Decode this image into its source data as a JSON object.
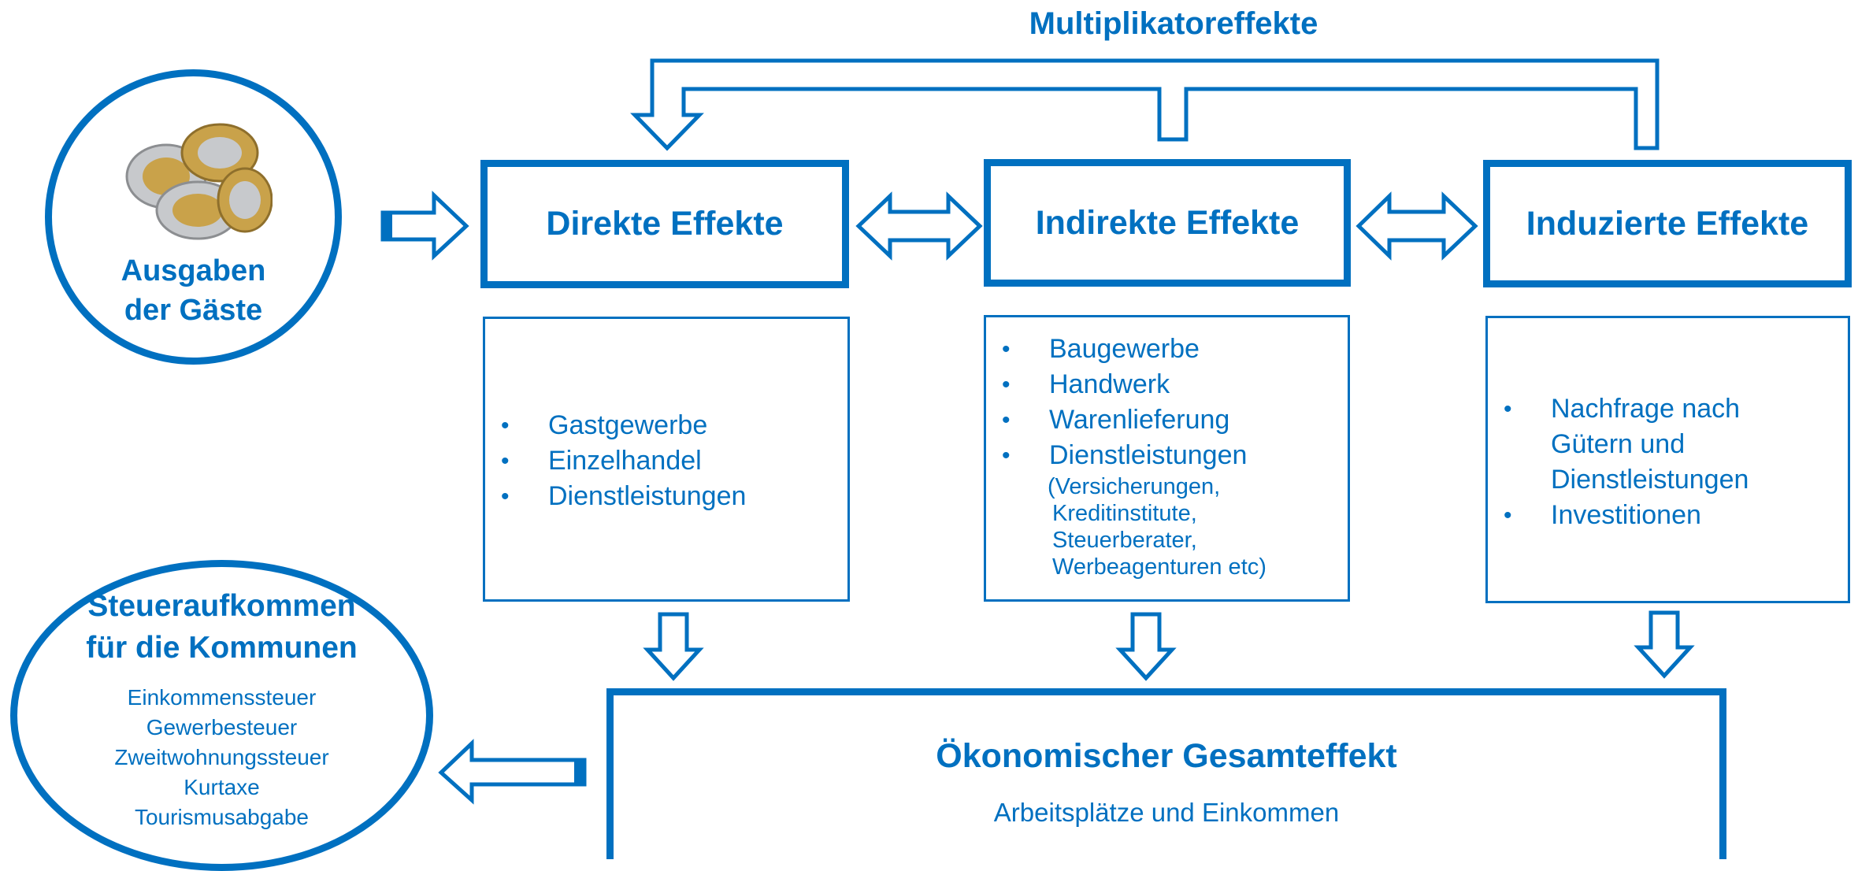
{
  "colors": {
    "primary": "#0070c0",
    "background": "#ffffff",
    "coin_silver": "#c7c9cc",
    "coin_gold": "#c9a24a"
  },
  "top_label": "Multiplikatoreffekte",
  "source": {
    "label_line1": "Ausgaben",
    "label_line2": "der Gäste",
    "icon": "euro-coins-icon"
  },
  "effects": [
    {
      "title": "Direkte Effekte",
      "items": [
        "Gastgewerbe",
        "Einzelhandel",
        "Dienstleistungen"
      ]
    },
    {
      "title": "Indirekte Effekte",
      "items": [
        "Baugewerbe",
        "Handwerk",
        "Warenlieferung",
        "Dienstleistungen"
      ],
      "sub_lines": [
        "(Versicherungen,",
        "Kreditinstitute,",
        "Steuerberater,",
        "Werbeagenturen etc)"
      ]
    },
    {
      "title": "Induzierte Effekte",
      "items": [
        "Nachfrage nach",
        "Gütern und",
        "Dienstleistungen",
        "Investitionen"
      ]
    }
  ],
  "total": {
    "title": "Ökonomischer Gesamteffekt",
    "subtitle": "Arbeitsplätze und Einkommen"
  },
  "tax": {
    "title_line1": "Steueraufkommen",
    "title_line2": "für die Kommunen",
    "items": [
      "Einkommenssteuer",
      "Gewerbesteuer",
      "Zweitwohnungssteuer",
      "Kurtaxe",
      "Tourismusabgabe"
    ]
  }
}
